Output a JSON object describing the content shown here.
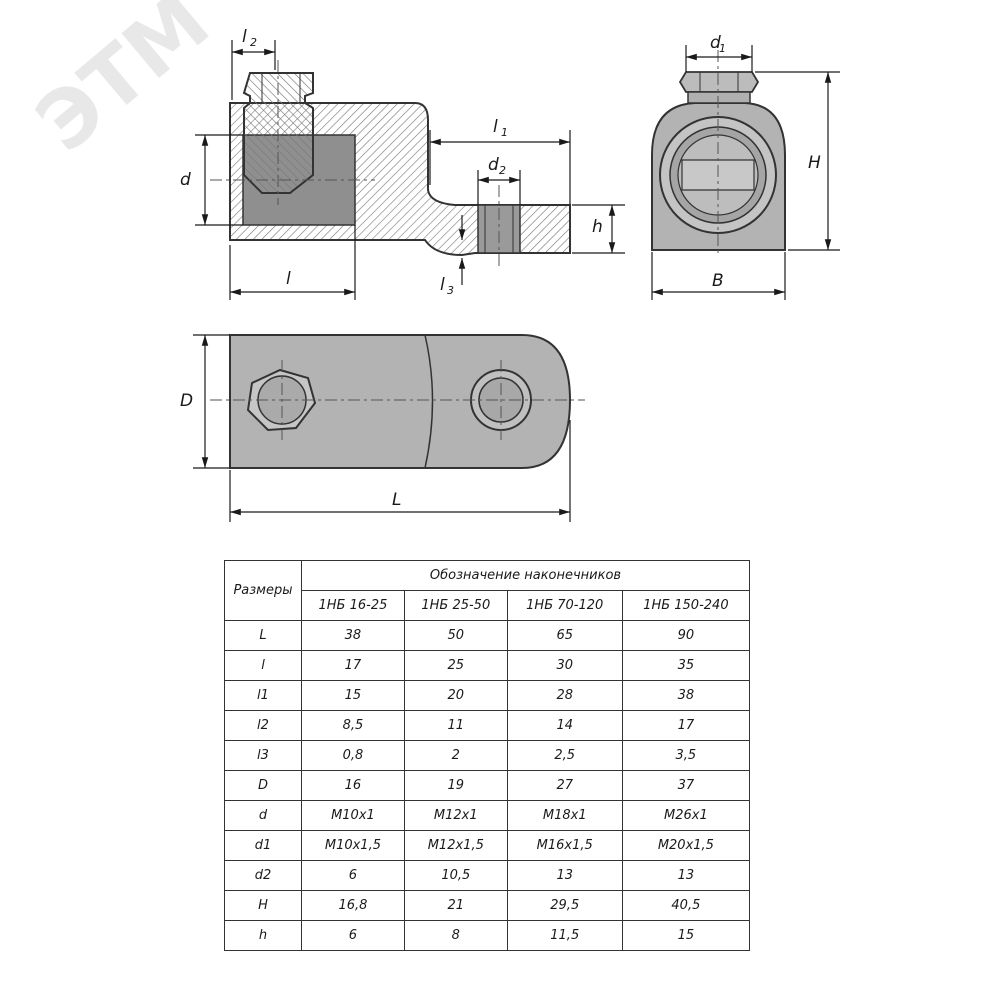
{
  "watermark": "ЭТМ",
  "drawing": {
    "labels": {
      "l2": "l",
      "l2_sub": "2",
      "l1": "l",
      "l1_sub": "1",
      "d2": "d",
      "d2_sub": "2",
      "d": "d",
      "h": "h",
      "l": "l",
      "l3": "l",
      "l3_sub": "3",
      "d1": "d",
      "d1_sub": "1",
      "H": "H",
      "B": "B",
      "D": "D",
      "L": "L"
    }
  },
  "table": {
    "corner": "Размеры",
    "group_header": "Обозначение наконечников",
    "columns": [
      "1НБ 16-25",
      "1НБ 25-50",
      "1НБ 70-120",
      "1НБ 150-240"
    ],
    "rows": [
      {
        "label": "L",
        "values": [
          "38",
          "50",
          "65",
          "90"
        ]
      },
      {
        "label": "l",
        "values": [
          "17",
          "25",
          "30",
          "35"
        ]
      },
      {
        "label": "l1",
        "values": [
          "15",
          "20",
          "28",
          "38"
        ]
      },
      {
        "label": "l2",
        "values": [
          "8,5",
          "11",
          "14",
          "17"
        ]
      },
      {
        "label": "l3",
        "values": [
          "0,8",
          "2",
          "2,5",
          "3,5"
        ]
      },
      {
        "label": "D",
        "values": [
          "16",
          "19",
          "27",
          "37"
        ]
      },
      {
        "label": "d",
        "values": [
          "M10x1",
          "M12x1",
          "M18x1",
          "M26x1"
        ]
      },
      {
        "label": "d1",
        "values": [
          "M10x1,5",
          "M12x1,5",
          "M16x1,5",
          "M20x1,5"
        ]
      },
      {
        "label": "d2",
        "values": [
          "6",
          "10,5",
          "13",
          "13"
        ]
      },
      {
        "label": "H",
        "values": [
          "16,8",
          "21",
          "29,5",
          "40,5"
        ]
      },
      {
        "label": "h",
        "values": [
          "6",
          "8",
          "11,5",
          "15"
        ]
      }
    ]
  }
}
